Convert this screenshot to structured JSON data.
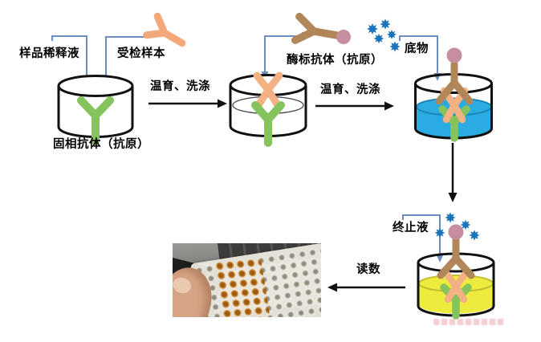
{
  "diagram": {
    "labels": {
      "sample_diluent": "样品稀释液",
      "test_sample": "受检样本",
      "solid_phase_antibody": "固相抗体（抗原）",
      "incubate_wash_1": "温育、洗涤",
      "enzyme_labeled_antibody": "酶标抗体（抗原）",
      "incubate_wash_2": "温育、洗涤",
      "substrate": "底物",
      "stop_solution": "终止液",
      "read": "读数"
    },
    "icons": {
      "capture_antibody": "y-antibody-shape-green",
      "sample_antigen": "y-antibody-shape-peach",
      "enzyme_antibody": "y-antibody-shape-brown-with-enzyme-ball",
      "enzyme_ball": "filled-circle",
      "substrate_particle": "8-point-star-burst",
      "add_reagent": "blue-elbow-arrow-down",
      "process_step": "black-arrow"
    },
    "colors": {
      "capture_antibody_green": "#85C45C",
      "sample_antigen_peach": "#F4B183",
      "enzyme_antibody_brown": "#B1875A",
      "enzyme_ball_pink": "#C78DA0",
      "substrate_star_blue": "#1C75BC",
      "reagent_arrow_blue": "#6C8EBF",
      "chromogen_liquid_cyan": "#2AABE2",
      "stopped_liquid_yellow": "#EDEC3E",
      "outline_black": "#111111"
    }
  }
}
